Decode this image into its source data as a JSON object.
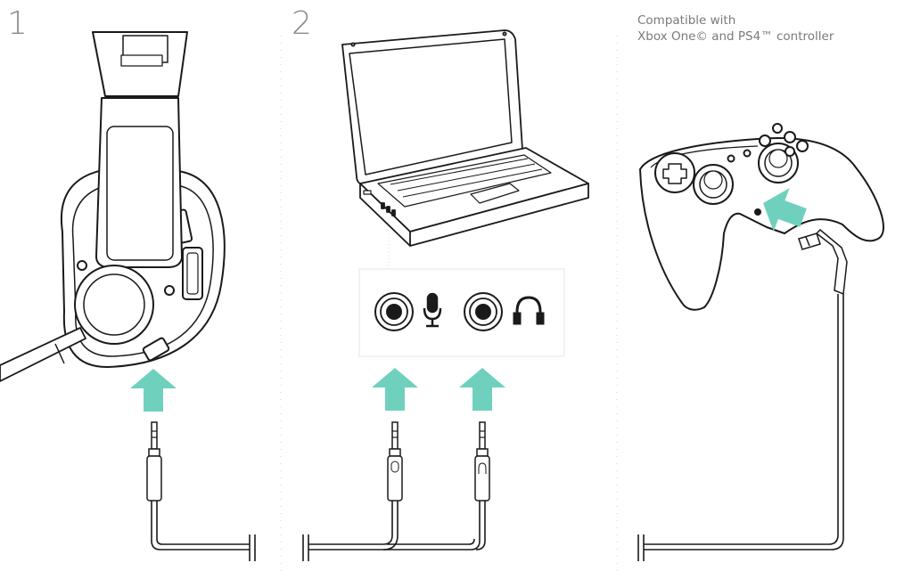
{
  "steps": [
    {
      "number": "1"
    },
    {
      "number": "2"
    }
  ],
  "compatibility": {
    "line1": "Compatible with",
    "line2": "Xbox One© and PS4™ controller"
  },
  "colors": {
    "arrow": "#6fd1bd",
    "line": "#1a1a1a",
    "panel_border": "#e6e6e6",
    "text": "#7a7a7a"
  },
  "icons": [
    "headset-icon",
    "laptop-icon",
    "microphone-icon",
    "headphones-icon",
    "controller-icon",
    "audio-plug-icon",
    "arrow-up-icon"
  ]
}
